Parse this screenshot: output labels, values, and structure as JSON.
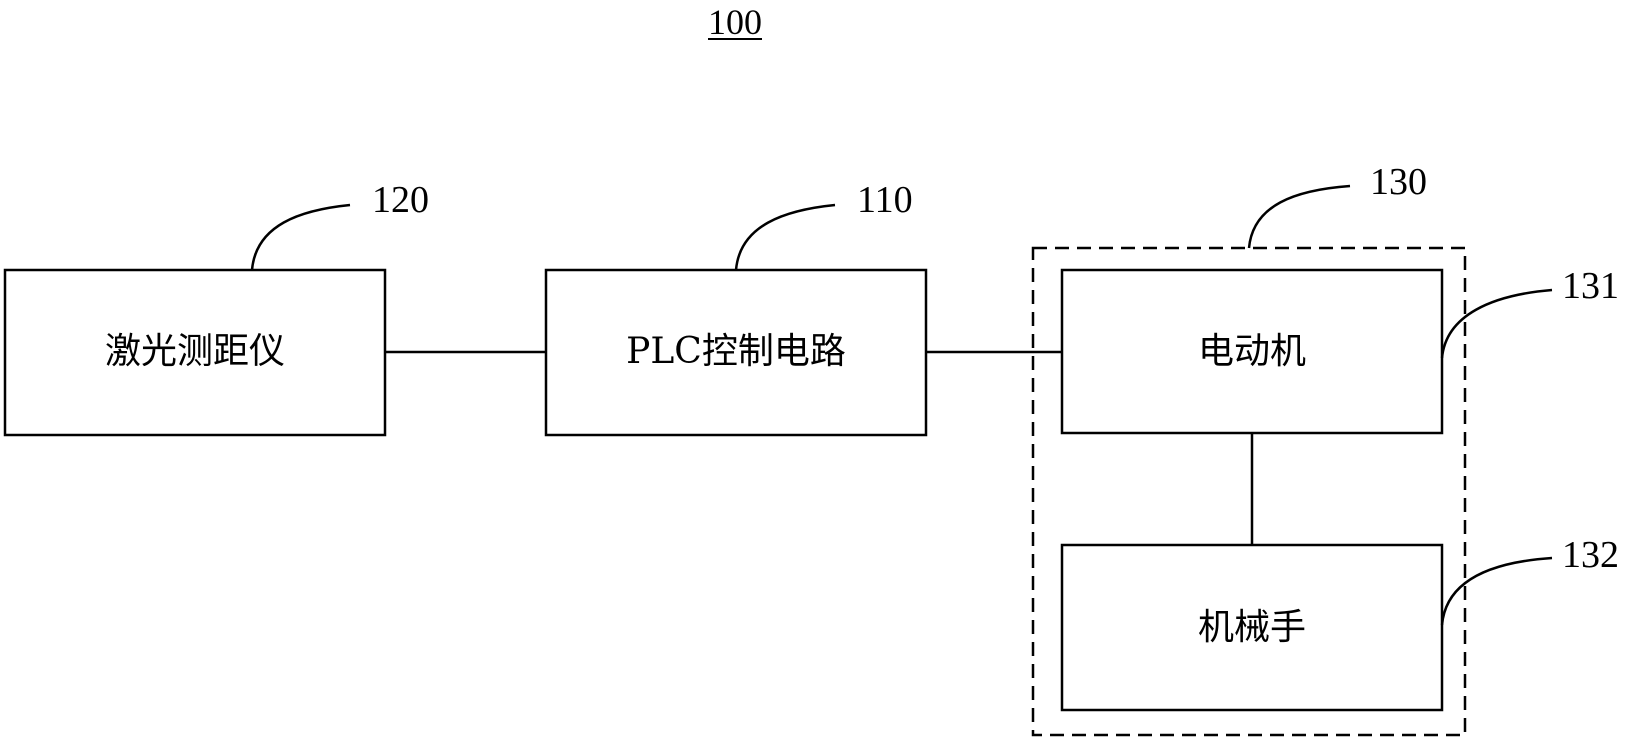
{
  "figure": {
    "number": "100"
  },
  "blocks": {
    "laser_rangefinder": {
      "label": "激光测距仪",
      "ref": "120"
    },
    "plc_control_circuit": {
      "label": "PLC控制电路",
      "ref": "110"
    },
    "actuator_group": {
      "ref": "130"
    },
    "electric_motor": {
      "label": "电动机",
      "ref": "131"
    },
    "manipulator": {
      "label": "机械手",
      "ref": "132"
    }
  },
  "colors": {
    "line": "#000000",
    "background": "#ffffff"
  }
}
